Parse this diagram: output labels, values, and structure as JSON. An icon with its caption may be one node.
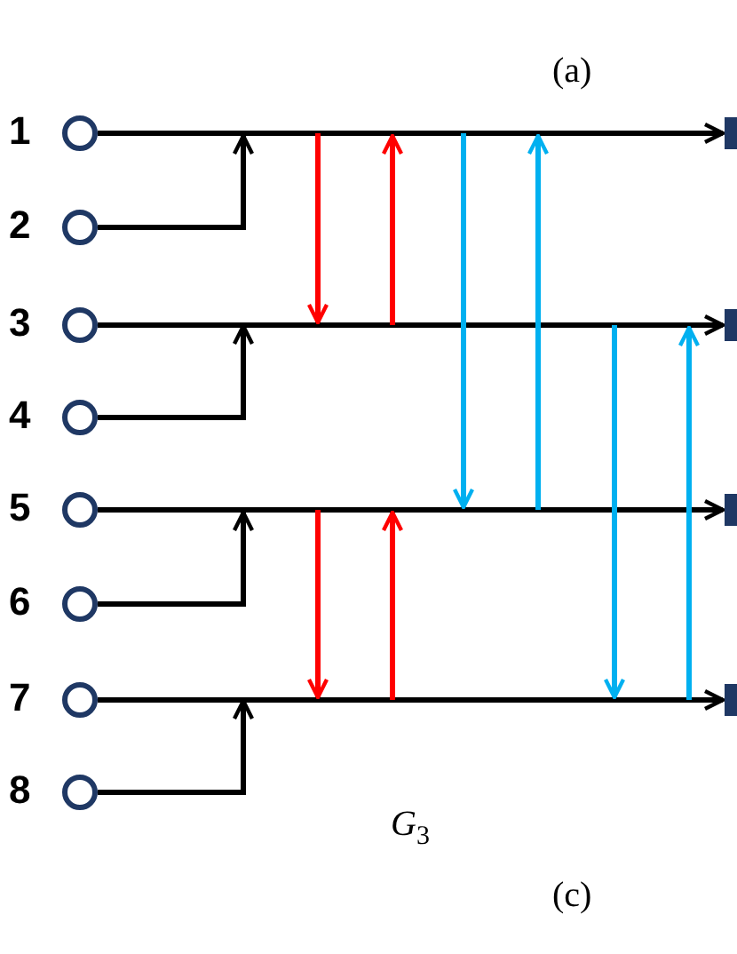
{
  "diagram": {
    "nodes": [
      {
        "text": [],
        "shape": "circle",
        "beside": [
          "1"
        ]
      },
      {
        "text": [],
        "shape": "circle",
        "beside": [
          "2"
        ]
      },
      {
        "text": [],
        "shape": "circle",
        "beside": [
          "3"
        ]
      },
      {
        "text": [],
        "shape": "circle",
        "beside": [
          "4"
        ]
      },
      {
        "text": [],
        "shape": "circle",
        "beside": [
          "5"
        ]
      },
      {
        "text": [],
        "shape": "circle",
        "beside": [
          "6"
        ]
      },
      {
        "text": [],
        "shape": "circle",
        "beside": [
          "7"
        ]
      },
      {
        "text": [],
        "shape": "circle",
        "beside": [
          "8"
        ]
      },
      {
        "text": [],
        "shape": "box"
      },
      {
        "text": [],
        "shape": "box"
      },
      {
        "text": [],
        "shape": "box"
      },
      {
        "text": [],
        "shape": "box"
      }
    ],
    "edges": [
      {
        "from": 0,
        "to": 8,
        "arrow": "to"
      },
      {
        "from": 1,
        "to": null,
        "arrow": "to"
      },
      {
        "from": 2,
        "to": 9,
        "arrow": "to"
      },
      {
        "from": 3,
        "to": null,
        "arrow": "to"
      },
      {
        "from": 4,
        "to": 10,
        "arrow": "to"
      },
      {
        "from": 5,
        "to": null,
        "arrow": "to"
      },
      {
        "from": 6,
        "to": 11,
        "arrow": "to"
      },
      {
        "from": 7,
        "to": null,
        "arrow": "to"
      }
    ],
    "labels": [
      "(a)",
      "*G*$_{3}$",
      "(c)"
    ]
  }
}
